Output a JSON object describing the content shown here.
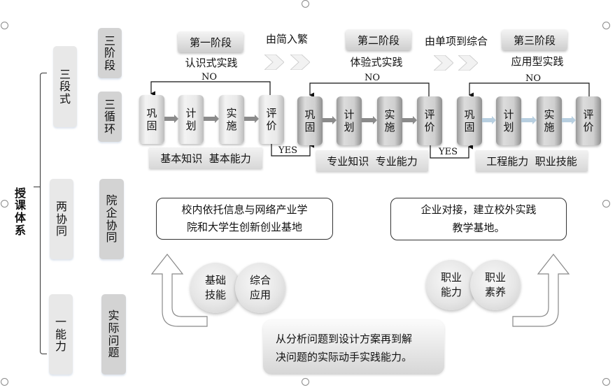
{
  "root": {
    "label": "授课体系"
  },
  "categories": [
    {
      "name": "三段式",
      "detail": "三阶段"
    },
    {
      "name": "三段式",
      "detail": "三循环"
    },
    {
      "name": "两协同",
      "detail": "院企协同"
    },
    {
      "name": "一能力",
      "detail": "实际问题"
    }
  ],
  "stages": [
    {
      "button": "第一阶段",
      "subtitle": "认识式实践"
    },
    {
      "button": "第二阶段",
      "subtitle": "体验式实践"
    },
    {
      "button": "第三阶段",
      "subtitle": "应用型实践"
    }
  ],
  "connectors": [
    "由简入繁",
    "由单项到综合"
  ],
  "loops": [
    {
      "steps": [
        "巩固",
        "计划",
        "实施",
        "评价"
      ],
      "caption": "基本知识  基本能力",
      "no_label": "NO",
      "yes_label": "YES"
    },
    {
      "steps": [
        "巩固",
        "计划",
        "实施",
        "评价"
      ],
      "caption": "专业知识  专业能力",
      "no_label": "NO",
      "yes_label": "YES"
    },
    {
      "steps": [
        "巩固",
        "计划",
        "实施",
        "评价"
      ],
      "caption": "工程能力  职业技能",
      "no_label": "NO"
    }
  ],
  "collaboration": {
    "left_box": [
      "校内依托信息与网络产业学",
      "院和大学生创新创业基地"
    ],
    "right_box": [
      "企业对接，建立校外实践",
      "教学基地。"
    ],
    "left_circles": [
      [
        "基础",
        "技能"
      ],
      [
        "综合",
        "应用"
      ]
    ],
    "right_circles": [
      [
        "职业",
        "能力"
      ],
      [
        "职业",
        "素养"
      ]
    ]
  },
  "ability": {
    "lines": [
      "从分析问题到设计方案再到解",
      "决问题的实际动手实践能力。"
    ]
  },
  "colors": {
    "loop3_arrow": "#b8cfe0",
    "flow_arrow": "#8a8a8a"
  }
}
